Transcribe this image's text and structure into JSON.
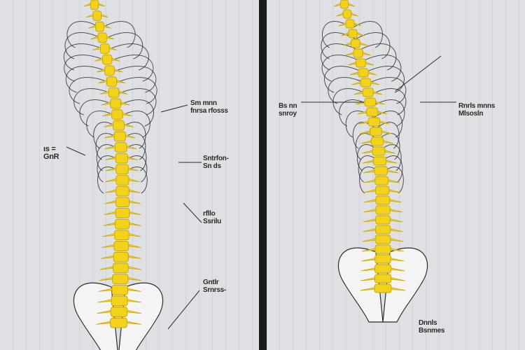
{
  "colors": {
    "vertebra": "#f2d21a",
    "vertebra_shadow": "#c9a90c",
    "bone": "#f4f4f4",
    "outline": "#2b2b2b",
    "divider": "#1a1a1a"
  },
  "left_panel": {
    "labels": [
      {
        "line1": "Sm mnn",
        "line2": "fnrsa rfosss"
      },
      {
        "line1": "ιs =",
        "line2": "GnR"
      },
      {
        "line1": "Sntrfon-",
        "line2": "Sn ds"
      },
      {
        "line1": "rfllo",
        "line2": "Ssrilu"
      },
      {
        "line1": "Gntlr",
        "line2": "Srnrss-"
      }
    ]
  },
  "right_panel": {
    "labels": [
      {
        "line1": "Bs nn",
        "line2": "snroy"
      },
      {
        "line1": "Rnrls mnns",
        "line2": "Mlsosln"
      },
      {
        "line1": "Dnnls",
        "line2": "Bsnmes"
      }
    ]
  }
}
